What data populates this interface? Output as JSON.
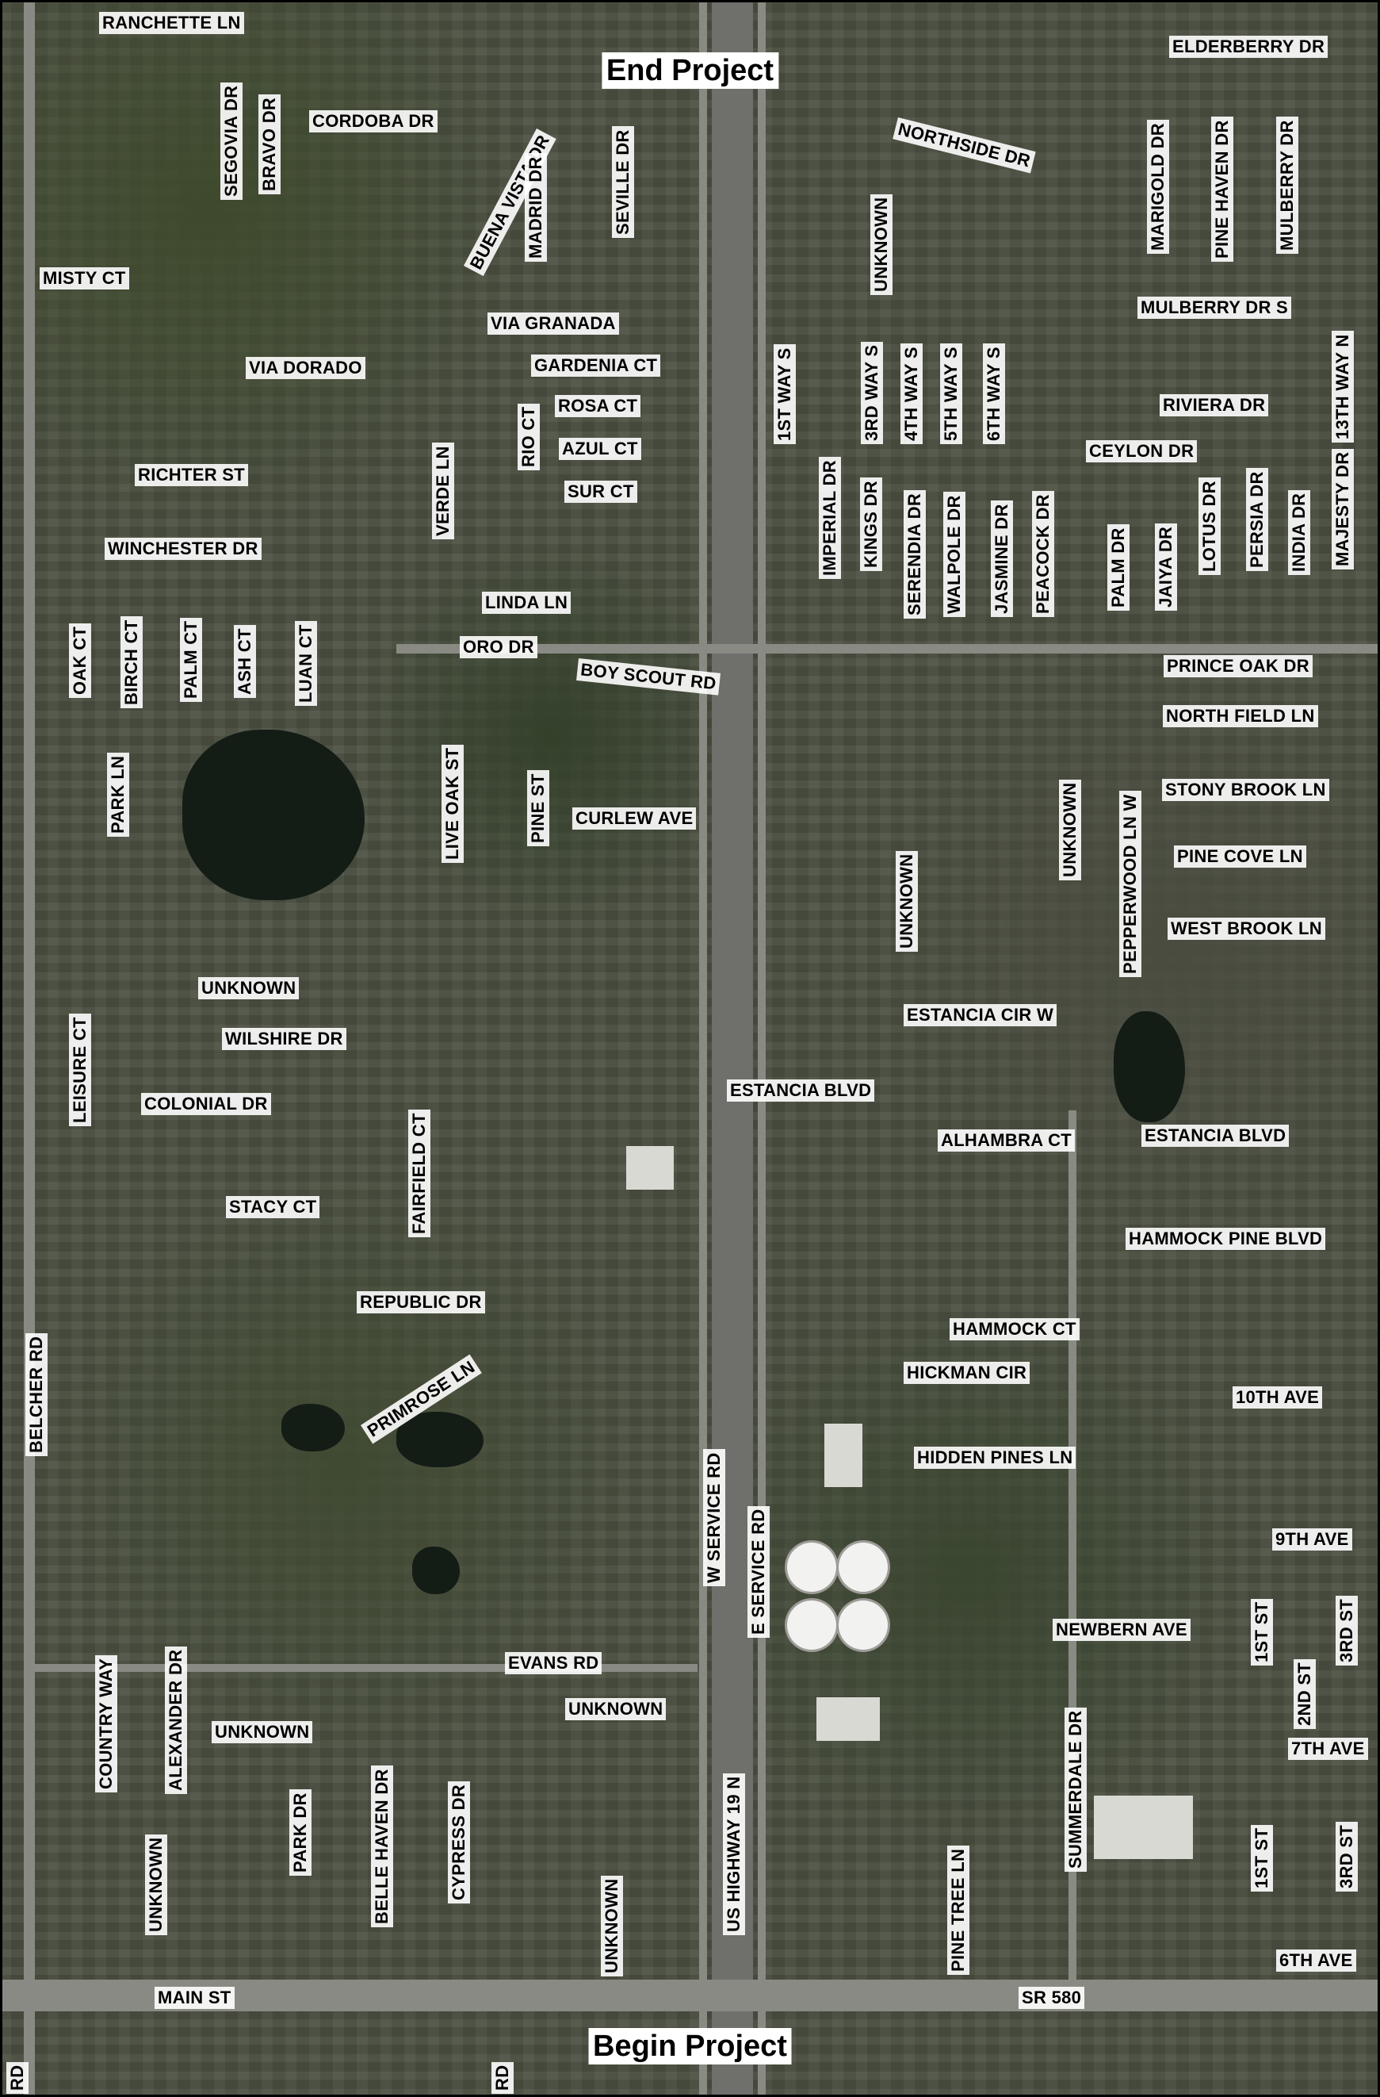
{
  "project_labels": {
    "end": "End Project",
    "begin": "Begin Project"
  },
  "streets": [
    {
      "name": "RANCHETTE LN",
      "orientation": "h"
    },
    {
      "name": "ELDERBERRY DR",
      "orientation": "h"
    },
    {
      "name": "CORDOBA DR",
      "orientation": "h"
    },
    {
      "name": "SEGOVIA DR",
      "orientation": "v"
    },
    {
      "name": "BRAVO DR",
      "orientation": "v"
    },
    {
      "name": "BUENA VISTA DR",
      "orientation": "d"
    },
    {
      "name": "MADRID DR",
      "orientation": "v"
    },
    {
      "name": "SEVILLE DR",
      "orientation": "v"
    },
    {
      "name": "NORTHSIDE DR",
      "orientation": "d"
    },
    {
      "name": "UNKNOWN",
      "orientation": "v"
    },
    {
      "name": "MARIGOLD DR",
      "orientation": "v"
    },
    {
      "name": "PINE HAVEN DR",
      "orientation": "v"
    },
    {
      "name": "MULBERRY DR",
      "orientation": "v"
    },
    {
      "name": "MISTY CT",
      "orientation": "h"
    },
    {
      "name": "VIA GRANADA",
      "orientation": "h"
    },
    {
      "name": "MULBERRY DR S",
      "orientation": "h"
    },
    {
      "name": "VIA DORADO",
      "orientation": "h"
    },
    {
      "name": "GARDENIA CT",
      "orientation": "h"
    },
    {
      "name": "1ST WAY S",
      "orientation": "v"
    },
    {
      "name": "3RD WAY S",
      "orientation": "v"
    },
    {
      "name": "4TH WAY S",
      "orientation": "v"
    },
    {
      "name": "5TH WAY S",
      "orientation": "v"
    },
    {
      "name": "6TH WAY S",
      "orientation": "v"
    },
    {
      "name": "13TH WAY N",
      "orientation": "v"
    },
    {
      "name": "RIVIERA DR",
      "orientation": "h"
    },
    {
      "name": "ROSA CT",
      "orientation": "h"
    },
    {
      "name": "RIO CT",
      "orientation": "v"
    },
    {
      "name": "AZUL CT",
      "orientation": "h"
    },
    {
      "name": "CEYLON DR",
      "orientation": "h"
    },
    {
      "name": "RICHTER ST",
      "orientation": "h"
    },
    {
      "name": "VERDE LN",
      "orientation": "v"
    },
    {
      "name": "SUR CT",
      "orientation": "h"
    },
    {
      "name": "IMPERIAL DR",
      "orientation": "v"
    },
    {
      "name": "KINGS DR",
      "orientation": "v"
    },
    {
      "name": "SERENDIA DR",
      "orientation": "v"
    },
    {
      "name": "WALPOLE DR",
      "orientation": "v"
    },
    {
      "name": "JASMINE DR",
      "orientation": "v"
    },
    {
      "name": "PEACOCK DR",
      "orientation": "v"
    },
    {
      "name": "PALM DR",
      "orientation": "v"
    },
    {
      "name": "JAIYA DR",
      "orientation": "v"
    },
    {
      "name": "LOTUS DR",
      "orientation": "v"
    },
    {
      "name": "PERSIA DR",
      "orientation": "v"
    },
    {
      "name": "INDIA DR",
      "orientation": "v"
    },
    {
      "name": "MAJESTY DR",
      "orientation": "v"
    },
    {
      "name": "WINCHESTER DR",
      "orientation": "h"
    },
    {
      "name": "LINDA LN",
      "orientation": "h"
    },
    {
      "name": "OAK CT",
      "orientation": "v"
    },
    {
      "name": "BIRCH CT",
      "orientation": "v"
    },
    {
      "name": "PALM CT",
      "orientation": "v"
    },
    {
      "name": "ASH CT",
      "orientation": "v"
    },
    {
      "name": "LUAN CT",
      "orientation": "v"
    },
    {
      "name": "ORO DR",
      "orientation": "h"
    },
    {
      "name": "PRINCE OAK DR",
      "orientation": "h"
    },
    {
      "name": "BOY SCOUT RD",
      "orientation": "d"
    },
    {
      "name": "NORTH FIELD LN",
      "orientation": "h"
    },
    {
      "name": "PARK LN",
      "orientation": "v"
    },
    {
      "name": "LIVE OAK ST",
      "orientation": "v"
    },
    {
      "name": "PINE ST",
      "orientation": "v"
    },
    {
      "name": "STONY BROOK LN",
      "orientation": "h"
    },
    {
      "name": "CURLEW AVE",
      "orientation": "h"
    },
    {
      "name": "PINE COVE LN",
      "orientation": "h"
    },
    {
      "name": "PEPPERWOOD LN W",
      "orientation": "v"
    },
    {
      "name": "WEST BROOK LN",
      "orientation": "h"
    },
    {
      "name": "UNKNOWN",
      "orientation": "h"
    },
    {
      "name": "ESTANCIA CIR W",
      "orientation": "h"
    },
    {
      "name": "WILSHIRE DR",
      "orientation": "h"
    },
    {
      "name": "ESTANCIA BLVD",
      "orientation": "h"
    },
    {
      "name": "COLONIAL DR",
      "orientation": "h"
    },
    {
      "name": "LEISURE CT",
      "orientation": "v"
    },
    {
      "name": "FAIRFIELD CT",
      "orientation": "v"
    },
    {
      "name": "ALHAMBRA CT",
      "orientation": "h"
    },
    {
      "name": "ESTANCIA BLVD",
      "orientation": "h"
    },
    {
      "name": "STACY CT",
      "orientation": "h"
    },
    {
      "name": "HAMMOCK PINE BLVD",
      "orientation": "h"
    },
    {
      "name": "REPUBLIC DR",
      "orientation": "h"
    },
    {
      "name": "HAMMOCK CT",
      "orientation": "h"
    },
    {
      "name": "PRIMROSE LN",
      "orientation": "d"
    },
    {
      "name": "HICKMAN CIR",
      "orientation": "h"
    },
    {
      "name": "BELCHER RD",
      "orientation": "v"
    },
    {
      "name": "10TH AVE",
      "orientation": "h"
    },
    {
      "name": "HIDDEN PINES LN",
      "orientation": "h"
    },
    {
      "name": "W SERVICE RD",
      "orientation": "v"
    },
    {
      "name": "E SERVICE RD",
      "orientation": "v"
    },
    {
      "name": "9TH AVE",
      "orientation": "h"
    },
    {
      "name": "NEWBERN AVE",
      "orientation": "h"
    },
    {
      "name": "1ST ST",
      "orientation": "v"
    },
    {
      "name": "2ND ST",
      "orientation": "v"
    },
    {
      "name": "3RD ST",
      "orientation": "v"
    },
    {
      "name": "EVANS RD",
      "orientation": "h"
    },
    {
      "name": "COUNTRY WAY",
      "orientation": "v"
    },
    {
      "name": "ALEXANDER DR",
      "orientation": "v"
    },
    {
      "name": "UNKNOWN",
      "orientation": "h"
    },
    {
      "name": "UNKNOWN",
      "orientation": "h"
    },
    {
      "name": "7TH AVE",
      "orientation": "h"
    },
    {
      "name": "SUMMERDALE DR",
      "orientation": "v"
    },
    {
      "name": "PARK DR",
      "orientation": "v"
    },
    {
      "name": "BELLE HAVEN DR",
      "orientation": "v"
    },
    {
      "name": "CYPRESS DR",
      "orientation": "v"
    },
    {
      "name": "UNKNOWN",
      "orientation": "v"
    },
    {
      "name": "US HIGHWAY 19 N",
      "orientation": "v"
    },
    {
      "name": "PINE TREE LN",
      "orientation": "v"
    },
    {
      "name": "1ST ST",
      "orientation": "v"
    },
    {
      "name": "3RD ST",
      "orientation": "v"
    },
    {
      "name": "UNKNOWN",
      "orientation": "v"
    },
    {
      "name": "6TH AVE",
      "orientation": "h"
    },
    {
      "name": "MAIN ST",
      "orientation": "h"
    },
    {
      "name": "SR 580",
      "orientation": "h"
    },
    {
      "name": "RD",
      "orientation": "v"
    },
    {
      "name": "RD",
      "orientation": "v"
    },
    {
      "name": "UNKNOWN",
      "orientation": "v"
    },
    {
      "name": "UNKNOWN",
      "orientation": "v"
    }
  ]
}
